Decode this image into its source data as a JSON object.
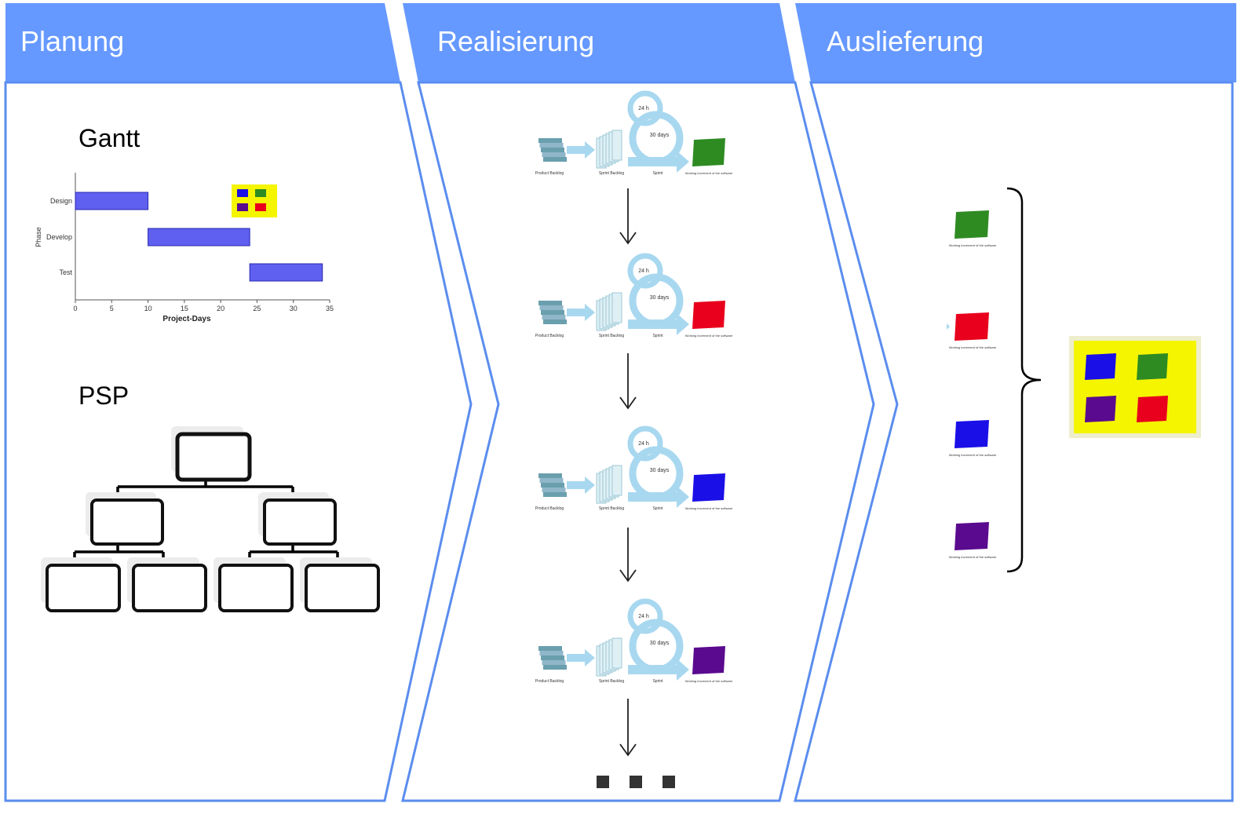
{
  "phases": [
    {
      "title": "Planung"
    },
    {
      "title": "Realisierung"
    },
    {
      "title": "Auslieferung"
    }
  ],
  "planung": {
    "gantt_label": "Gantt",
    "psp_label": "PSP"
  },
  "chart_data": {
    "type": "bar",
    "orientation": "horizontal",
    "categories": [
      "Design",
      "Develop",
      "Test"
    ],
    "starts": [
      0,
      10,
      24
    ],
    "ends": [
      10,
      24,
      34
    ],
    "xlabel": "Project-Days",
    "ylabel": "Phase",
    "xlim": [
      0,
      35
    ],
    "xticks": [
      0,
      5,
      10,
      15,
      20,
      25,
      30,
      35
    ],
    "bar_color": "#5f5ff0"
  },
  "sprint": {
    "labels": {
      "backlog": "Product Backlog",
      "sprint_backlog": "Sprint Backlog",
      "sprint": "Sprint",
      "increment": "Working increment of the software"
    },
    "cycle_inner": "24 h",
    "cycle_outer": "30 days",
    "increment_colors": [
      "#2e8b22",
      "#e8001c",
      "#1a0fe6",
      "#5a0a8e"
    ]
  },
  "colors": {
    "header_blue": "#6699ff",
    "border_blue": "#5b8def",
    "cycle_blue": "#a8d8f0",
    "product_yellow": "#f5f500"
  }
}
